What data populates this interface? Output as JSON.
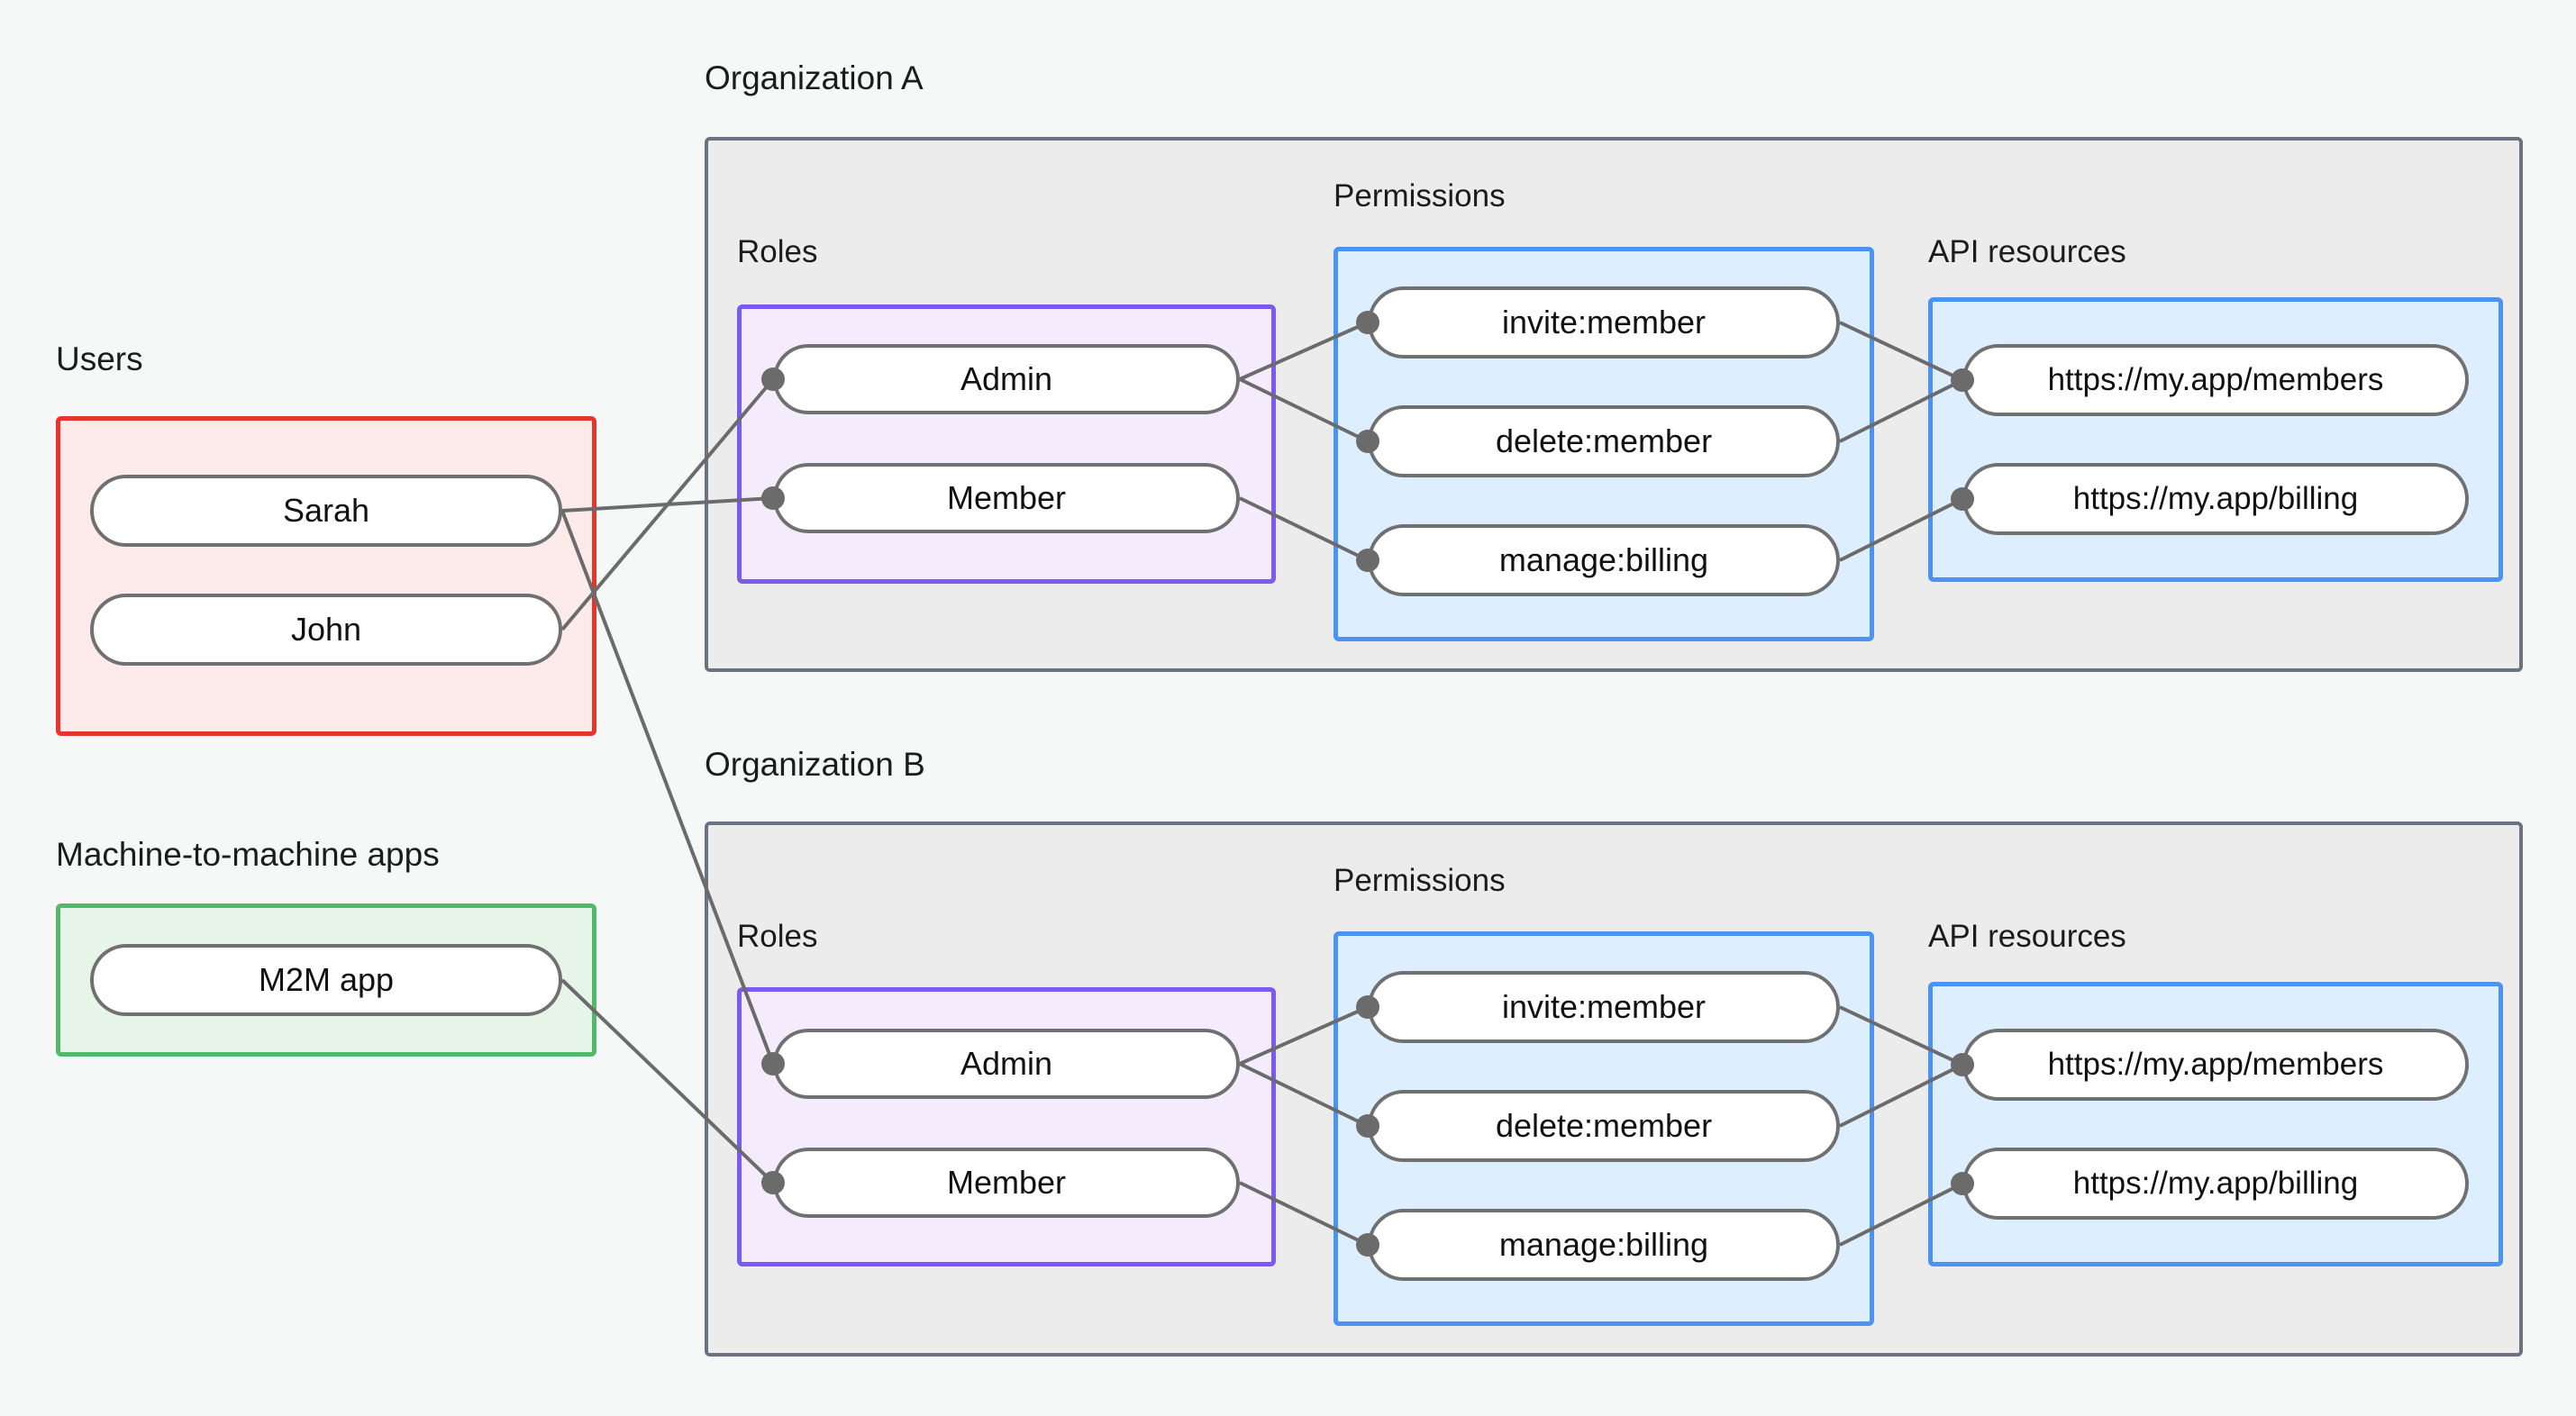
{
  "diagram": {
    "title_absent": true,
    "colors": {
      "page_background": "#f5f8f7",
      "org_container": "#ececec",
      "org_border": "#6b7280",
      "users_fill": "#fdeaea",
      "users_border": "#e8342a",
      "m2m_fill": "#e7f5e9",
      "m2m_border": "#52b96a",
      "roles_fill": "#f4ecfd",
      "roles_border": "#7a5af5",
      "permissions_fill": "#ddeeff",
      "permissions_border": "#4a93f5",
      "api_fill": "#ddeeff",
      "api_border": "#4a93f5",
      "pill_fill": "#ffffff",
      "pill_border": "#707070",
      "edge_line": "#6b6b6b",
      "edge_dot": "#6b6b6b"
    },
    "labels": {
      "users": "Users",
      "m2m_apps": "Machine-to-machine apps",
      "organization_a": "Organization A",
      "organization_b": "Organization B",
      "roles": "Roles",
      "permissions": "Permissions",
      "api_resources": "API resources"
    },
    "users": [
      {
        "id": "sarah",
        "label": "Sarah"
      },
      {
        "id": "john",
        "label": "John"
      }
    ],
    "m2m_apps": [
      {
        "id": "m2m",
        "label": "M2M app"
      }
    ],
    "organizations": [
      {
        "id": "orgA",
        "name": "Organization A",
        "roles": [
          {
            "id": "orgA-admin",
            "label": "Admin"
          },
          {
            "id": "orgA-member",
            "label": "Member"
          }
        ],
        "permissions": [
          {
            "id": "orgA-invite",
            "label": "invite:member"
          },
          {
            "id": "orgA-delete",
            "label": "delete:member"
          },
          {
            "id": "orgA-billing",
            "label": "manage:billing"
          }
        ],
        "api_resources": [
          {
            "id": "orgA-res-members",
            "label": "https://my.app/members"
          },
          {
            "id": "orgA-res-billing",
            "label": "https://my.app/billing"
          }
        ]
      },
      {
        "id": "orgB",
        "name": "Organization B",
        "roles": [
          {
            "id": "orgB-admin",
            "label": "Admin"
          },
          {
            "id": "orgB-member",
            "label": "Member"
          }
        ],
        "permissions": [
          {
            "id": "orgB-invite",
            "label": "invite:member"
          },
          {
            "id": "orgB-delete",
            "label": "delete:member"
          },
          {
            "id": "orgB-billing",
            "label": "manage:billing"
          }
        ],
        "api_resources": [
          {
            "id": "orgB-res-members",
            "label": "https://my.app/members"
          },
          {
            "id": "orgB-res-billing",
            "label": "https://my.app/billing"
          }
        ]
      }
    ],
    "connections": [
      {
        "from": "sarah",
        "to": "orgA-member"
      },
      {
        "from": "sarah",
        "to": "orgB-admin"
      },
      {
        "from": "john",
        "to": "orgA-admin"
      },
      {
        "from": "m2m",
        "to": "orgB-member"
      },
      {
        "from": "orgA-admin",
        "to": "orgA-invite"
      },
      {
        "from": "orgA-admin",
        "to": "orgA-delete"
      },
      {
        "from": "orgA-member",
        "to": "orgA-billing"
      },
      {
        "from": "orgA-invite",
        "to": "orgA-res-members"
      },
      {
        "from": "orgA-delete",
        "to": "orgA-res-members"
      },
      {
        "from": "orgA-billing",
        "to": "orgA-res-billing"
      },
      {
        "from": "orgB-admin",
        "to": "orgB-invite"
      },
      {
        "from": "orgB-admin",
        "to": "orgB-delete"
      },
      {
        "from": "orgB-member",
        "to": "orgB-billing"
      },
      {
        "from": "orgB-invite",
        "to": "orgB-res-members"
      },
      {
        "from": "orgB-delete",
        "to": "orgB-res-members"
      },
      {
        "from": "orgB-billing",
        "to": "orgB-res-billing"
      }
    ]
  }
}
